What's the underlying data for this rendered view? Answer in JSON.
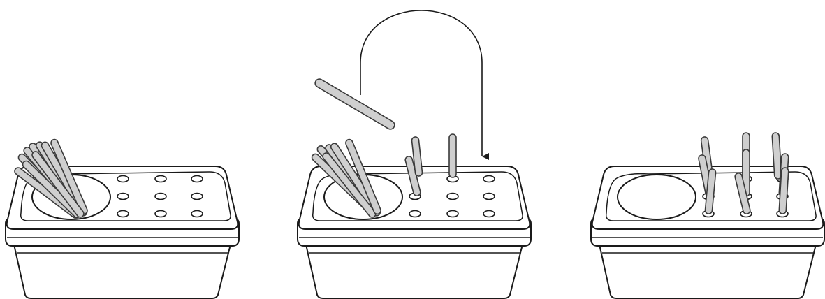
{
  "diagram": {
    "steps": [
      {
        "id": "start",
        "pegs_in_cup": 9,
        "pegs_in_board": 0,
        "board_holes": 9
      },
      {
        "id": "moving",
        "pegs_in_cup": 6,
        "pegs_in_board": 3,
        "board_holes": 9,
        "arrow": "peg-to-hole"
      },
      {
        "id": "complete",
        "pegs_in_cup": 0,
        "pegs_in_board": 9,
        "board_holes": 9
      }
    ],
    "colors": {
      "outline": "#1a1a1a",
      "box": "#ffffff",
      "peg_fill": "#cfcfcf",
      "peg_stroke": "#3a3a3a"
    }
  }
}
